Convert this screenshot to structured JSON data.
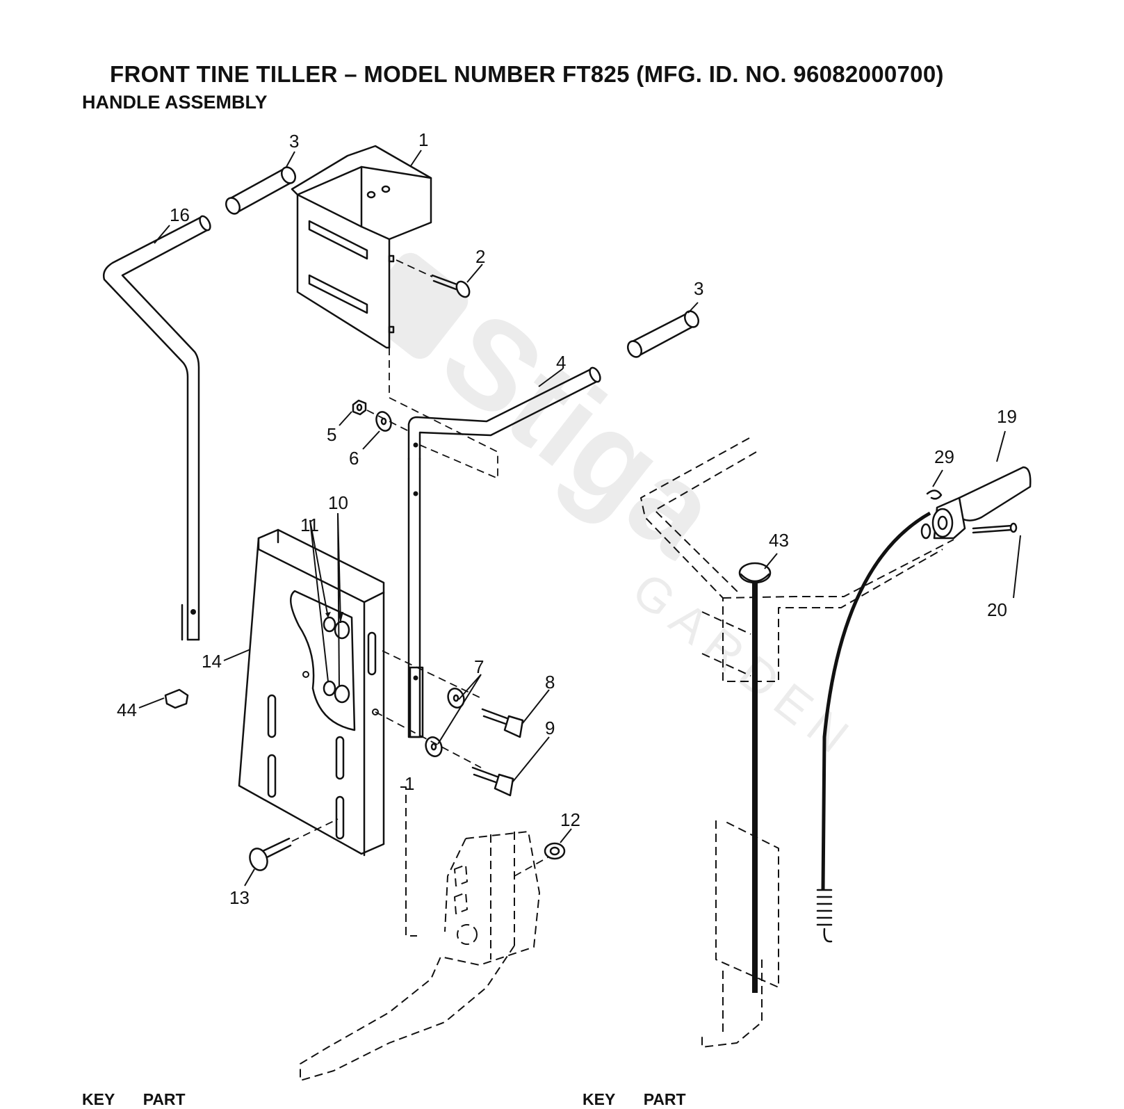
{
  "header": {
    "title": "FRONT TINE TILLER – MODEL NUMBER FT825 (MFG. ID. NO. 96082000700)",
    "subtitle": "HANDLE ASSEMBLY"
  },
  "callouts": {
    "c1a": "1",
    "c1b": "1",
    "c2": "2",
    "c3a": "3",
    "c3b": "3",
    "c4": "4",
    "c5": "5",
    "c6": "6",
    "c7": "7",
    "c8": "8",
    "c9": "9",
    "c10": "10",
    "c11": "11",
    "c12": "12",
    "c13": "13",
    "c14": "14",
    "c16": "16",
    "c19": "19",
    "c20": "20",
    "c29": "29",
    "c43": "43",
    "c44": "44"
  },
  "footer": {
    "left": {
      "key": "KEY",
      "part": "PART"
    },
    "right": {
      "key": "KEY",
      "part": "PART"
    }
  },
  "watermark": "Stiga Garden"
}
